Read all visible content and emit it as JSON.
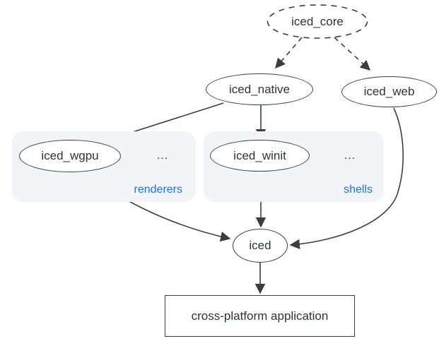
{
  "diagram": {
    "nodes": {
      "iced_core": {
        "label": "iced_core",
        "shape": "ellipse-dashed"
      },
      "iced_native": {
        "label": "iced_native",
        "shape": "ellipse"
      },
      "iced_web": {
        "label": "iced_web",
        "shape": "ellipse"
      },
      "iced_wgpu": {
        "label": "iced_wgpu",
        "shape": "ellipse"
      },
      "iced_winit": {
        "label": "iced_winit",
        "shape": "ellipse"
      },
      "iced": {
        "label": "iced",
        "shape": "ellipse"
      },
      "application": {
        "label": "cross-platform application",
        "shape": "rectangle"
      }
    },
    "groups": {
      "renderers": {
        "label": "renderers",
        "ellipsis": "...",
        "members": [
          "iced_wgpu"
        ]
      },
      "shells": {
        "label": "shells",
        "ellipsis": "...",
        "members": [
          "iced_winit"
        ]
      }
    },
    "edges": [
      {
        "from": "iced_core",
        "to": "iced_native",
        "style": "dashed"
      },
      {
        "from": "iced_core",
        "to": "iced_web",
        "style": "dashed"
      },
      {
        "from": "iced_native",
        "to": "iced_wgpu",
        "style": "solid"
      },
      {
        "from": "iced_native",
        "to": "iced_winit",
        "style": "solid"
      },
      {
        "from": "iced_wgpu",
        "to": "iced",
        "style": "solid"
      },
      {
        "from": "iced_winit",
        "to": "iced",
        "style": "solid"
      },
      {
        "from": "iced_web",
        "to": "iced",
        "style": "solid"
      },
      {
        "from": "iced",
        "to": "application",
        "style": "solid"
      }
    ],
    "colors": {
      "background": "#ffffff",
      "edge": "#3a3e44",
      "node_border": "#3a3e44",
      "node_fill": "#ffffff",
      "group_fill": "#f2f4f8",
      "group_label": "#1a73e8",
      "text": "#2f3338"
    }
  }
}
